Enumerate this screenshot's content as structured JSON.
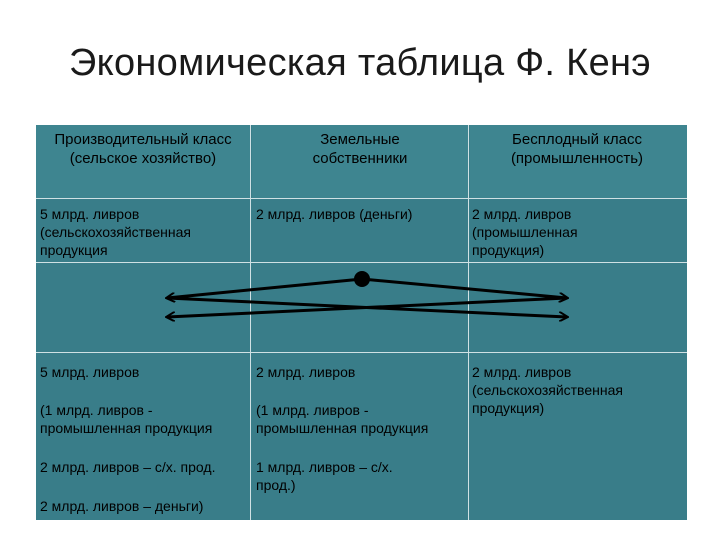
{
  "title": "Экономическая таблица Ф. Кенэ",
  "headers": {
    "col1": "Производительный класс (сельское хозяйство)",
    "col2": "Земельные собственники",
    "col3": "Бесплодный класс (промышленность)"
  },
  "row1": {
    "col1": "5 млрд. ливров (сельскохозяйственная продукция",
    "col2": "2 млрд. ливров (деньги)",
    "col3": "2 млрд. ливров (промышленная продукция)"
  },
  "row3": {
    "col1": {
      "line1": "5 млрд. ливров",
      "line2": "(1 млрд. ливров - промышленная продукция",
      "line3": "2 млрд. ливров – с/х. прод.",
      "line4": "2 млрд. ливров – деньги)"
    },
    "col2": {
      "line1": "2 млрд. ливров",
      "line2": "(1 млрд. ливров - промышленная продукция",
      "line3": "1 млрд. ливров – с/х. прод.)"
    },
    "col3": {
      "line1": "2 млрд. ливров (сельскохозяйственная продукция)"
    }
  },
  "colors": {
    "table_bg": "#397d89",
    "grid_lines": "#cfe1e4",
    "arrows": "#000000"
  }
}
